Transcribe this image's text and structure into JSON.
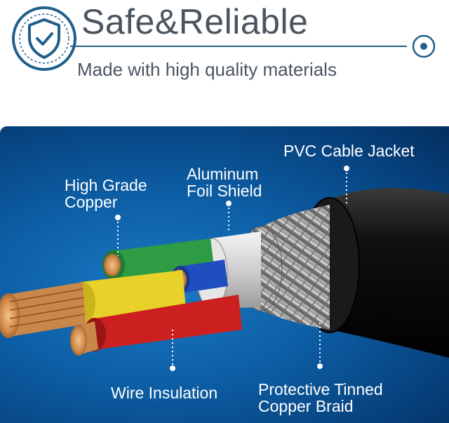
{
  "header": {
    "headline": "Safe&Reliable",
    "tagline": "Made with high quality materials",
    "badge_icon": "shield-check-icon",
    "accent_color": "#1f5f8a"
  },
  "callouts": {
    "jacket": "PVC Cable Jacket",
    "foil_line1": "Aluminum",
    "foil_line2": "Foil Shield",
    "copper_line1": "High Grade",
    "copper_line2": "Copper",
    "insulation": "Wire Insulation",
    "braid_line1": "Protective Tinned",
    "braid_line2": "Copper Braid"
  },
  "colors": {
    "panel_blue": "#0d5fa6",
    "jacket": "#1a1a1a",
    "copper": "#d9a066",
    "wire_yellow": "#e8d22a",
    "wire_green": "#2e9b45",
    "wire_blue": "#1f4fbf",
    "wire_red": "#cc1f1f"
  }
}
